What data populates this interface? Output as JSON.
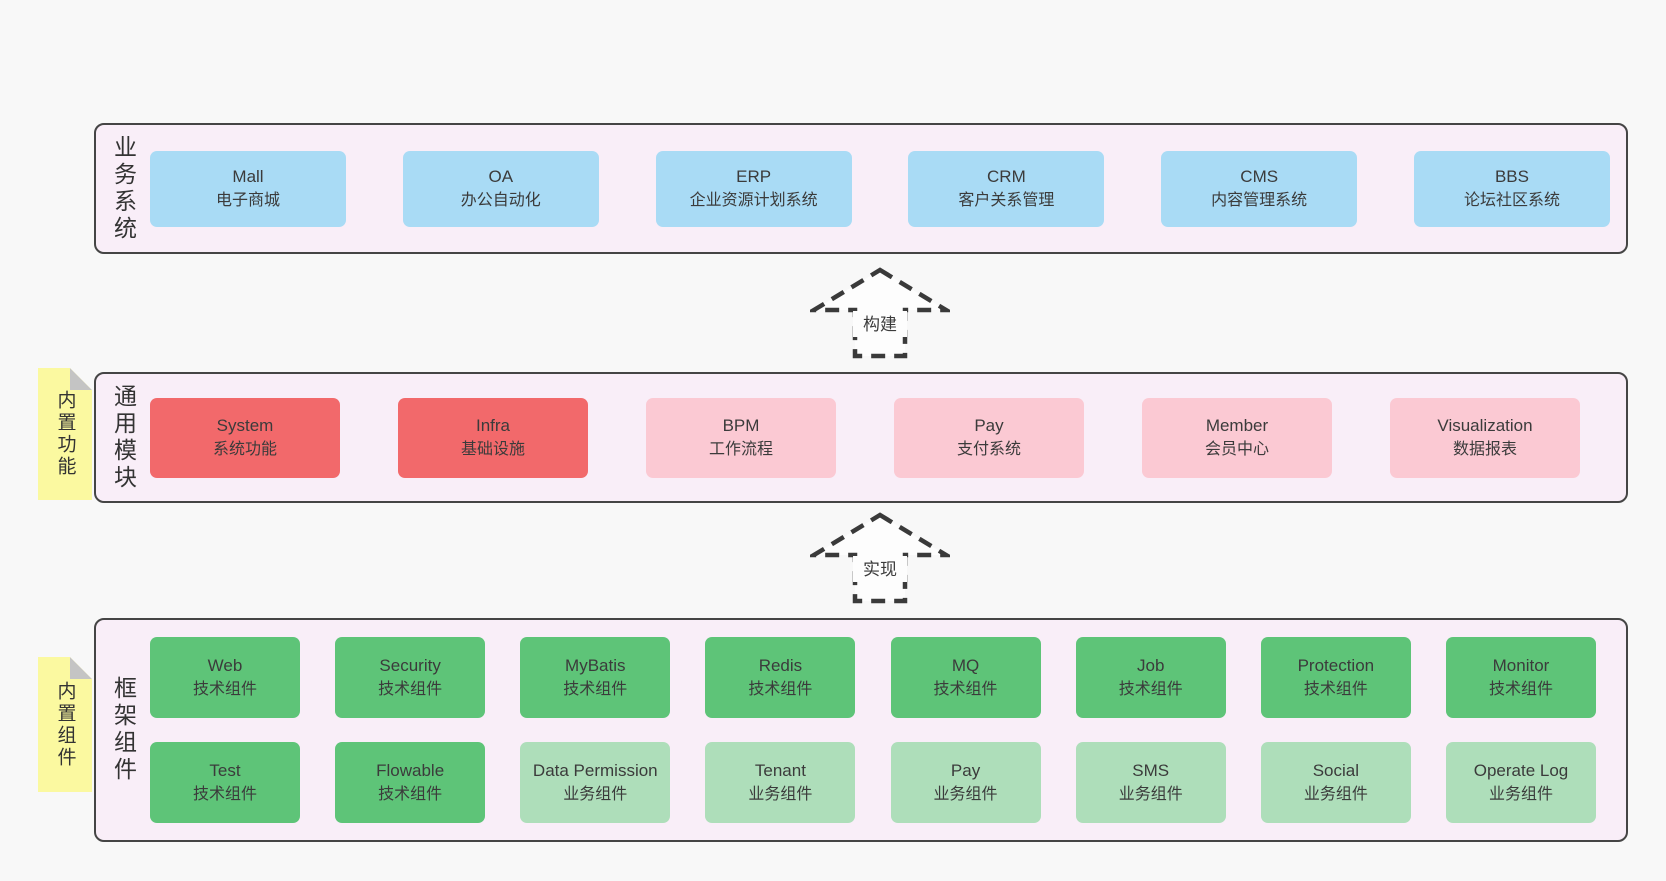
{
  "colors": {
    "background": "#f8f8f8",
    "panel": "#f9eef8",
    "border": "#454545",
    "text": "#3b3b3b",
    "blue": "#a9dbf5",
    "red": "#f2696b",
    "pink": "#fbc9d3",
    "green_dark": "#5ec478",
    "green_light": "#aedeba",
    "sticky": "#fbf9a0"
  },
  "arrows": [
    {
      "label": "构建"
    },
    {
      "label": "实现"
    }
  ],
  "sections": [
    {
      "label": "业务系统",
      "boxes": [
        {
          "name": "Mall",
          "desc": "电子商城"
        },
        {
          "name": "OA",
          "desc": "办公自动化"
        },
        {
          "name": "ERP",
          "desc": "企业资源计划系统"
        },
        {
          "name": "CRM",
          "desc": "客户关系管理"
        },
        {
          "name": "CMS",
          "desc": "内容管理系统"
        },
        {
          "name": "BBS",
          "desc": "论坛社区系统"
        }
      ]
    },
    {
      "label": "通用模块",
      "sticky": "内置功能",
      "boxes": [
        {
          "name": "System",
          "desc": "系统功能"
        },
        {
          "name": "Infra",
          "desc": "基础设施"
        },
        {
          "name": "BPM",
          "desc": "工作流程"
        },
        {
          "name": "Pay",
          "desc": "支付系统"
        },
        {
          "name": "Member",
          "desc": "会员中心"
        },
        {
          "name": "Visualization",
          "desc": "数据报表"
        }
      ]
    },
    {
      "label": "框架组件",
      "sticky": "内置组件",
      "rows": [
        {
          "boxes": [
            {
              "name": "Web",
              "desc": "技术组件"
            },
            {
              "name": "Security",
              "desc": "技术组件"
            },
            {
              "name": "MyBatis",
              "desc": "技术组件"
            },
            {
              "name": "Redis",
              "desc": "技术组件"
            },
            {
              "name": "MQ",
              "desc": "技术组件"
            },
            {
              "name": "Job",
              "desc": "技术组件"
            },
            {
              "name": "Protection",
              "desc": "技术组件"
            },
            {
              "name": "Monitor",
              "desc": "技术组件"
            }
          ]
        },
        {
          "boxes": [
            {
              "name": "Test",
              "desc": "技术组件"
            },
            {
              "name": "Flowable",
              "desc": "技术组件"
            },
            {
              "name": "Data Permission",
              "desc": "业务组件"
            },
            {
              "name": "Tenant",
              "desc": "业务组件"
            },
            {
              "name": "Pay",
              "desc": "业务组件"
            },
            {
              "name": "SMS",
              "desc": "业务组件"
            },
            {
              "name": "Social",
              "desc": "业务组件"
            },
            {
              "name": "Operate Log",
              "desc": "业务组件"
            }
          ]
        }
      ]
    }
  ]
}
